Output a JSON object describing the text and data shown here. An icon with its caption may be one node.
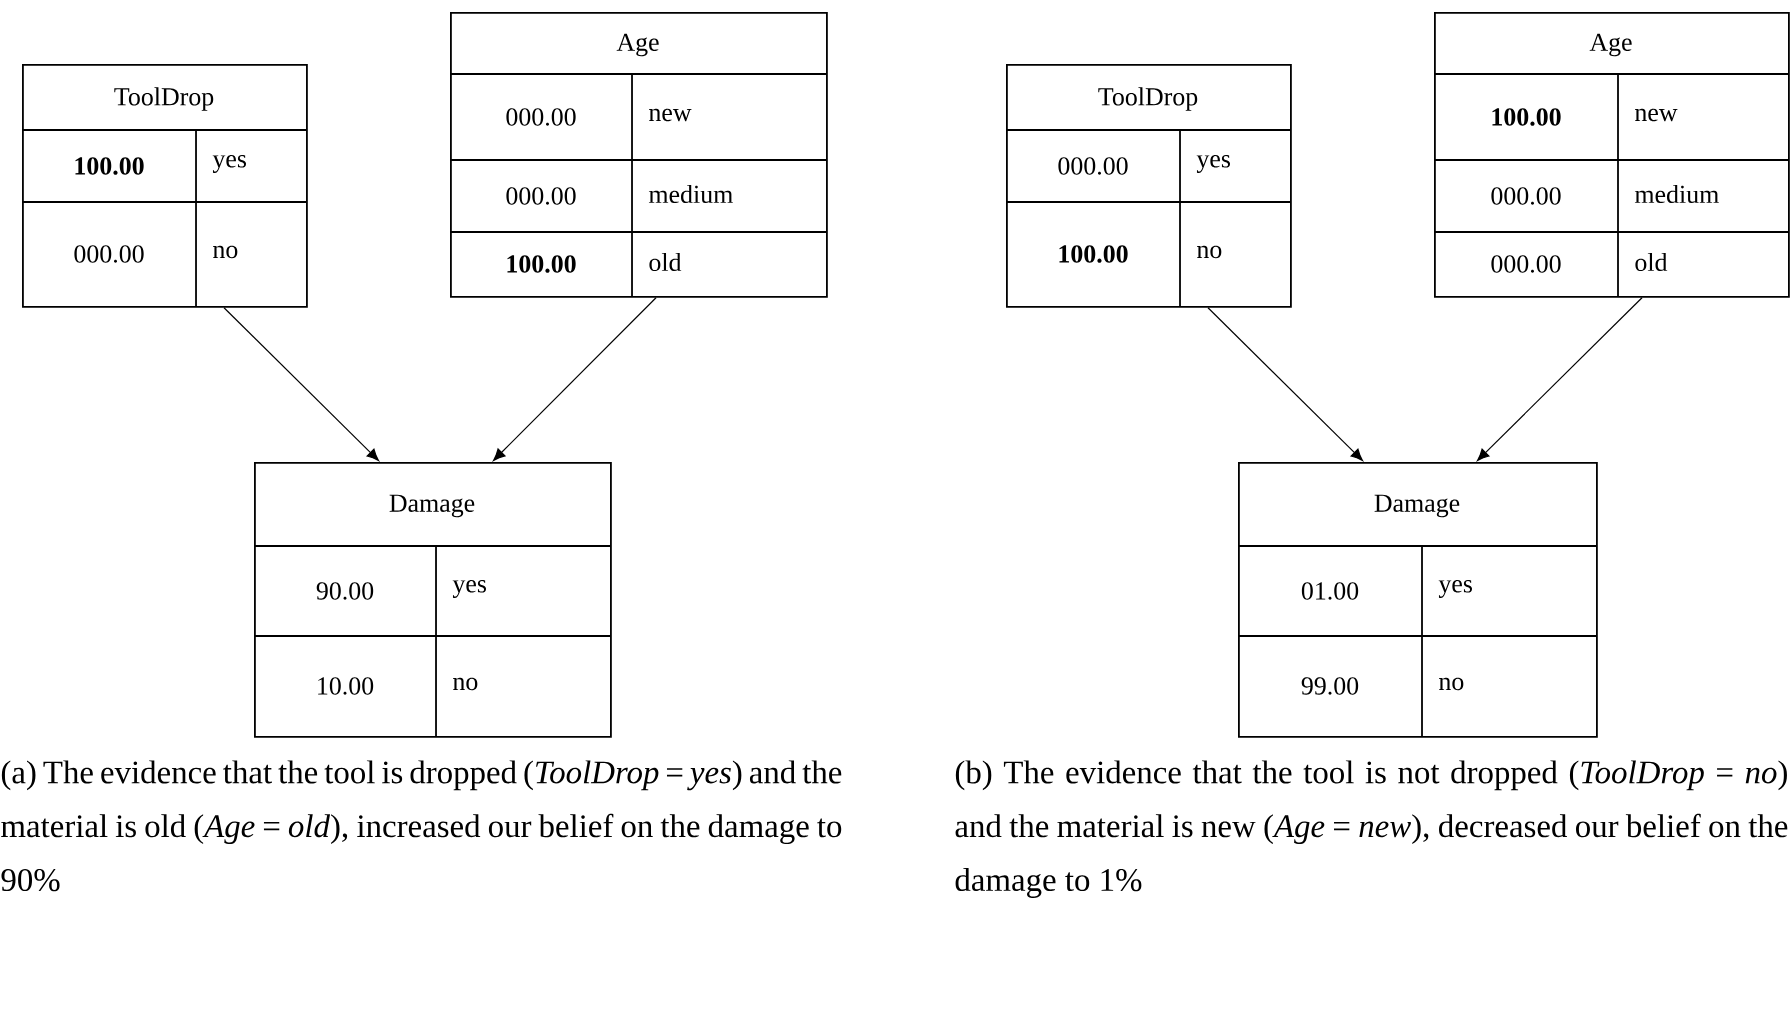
{
  "diagram": {
    "nodes": [
      {
        "text": [
          "ToolDrop",
          "**100.00**",
          "yes",
          "000.00",
          "no"
        ]
      },
      {
        "text": [
          "Age",
          "000.00",
          "new",
          "000.00",
          "medium",
          "**100.00**",
          "old"
        ]
      },
      {
        "text": [
          "Damage",
          "90.00",
          "yes",
          "10.00",
          "no"
        ]
      },
      {
        "text": [
          "ToolDrop",
          "000.00",
          "yes",
          "**100.00**",
          "no"
        ]
      },
      {
        "text": [
          "Age",
          "**100.00**",
          "new",
          "000.00",
          "medium",
          "000.00",
          "old"
        ]
      },
      {
        "text": [
          "Damage",
          "01.00",
          "yes",
          "99.00",
          "no"
        ]
      }
    ],
    "edges": [
      {
        "from": 0,
        "to": 2,
        "arrow": "to"
      },
      {
        "from": 1,
        "to": 2,
        "arrow": "to"
      },
      {
        "from": 3,
        "to": 5,
        "arrow": "to"
      },
      {
        "from": 4,
        "to": 5,
        "arrow": "to"
      }
    ],
    "labels": [
      "(a) The evidence that the tool is dropped (*ToolDrop* = *yes*) and the material is old (*Age* = *old*), increased our belief on the damage to 90%",
      "(b) The evidence that the tool is not dropped (*ToolDrop* = *no*) and the material is new (*Age* = *new*), decreased our belief on the damage to 1%"
    ]
  }
}
